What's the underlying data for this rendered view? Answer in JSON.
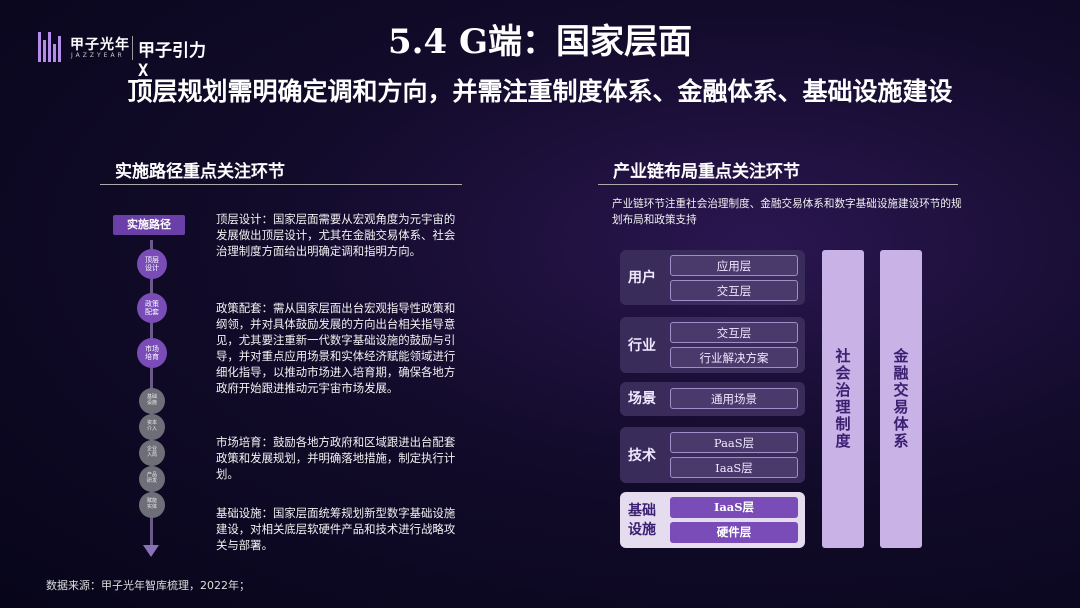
{
  "header": {
    "brand": "甲子光年",
    "brand_sub": "JAZZYEAR",
    "event": "甲子引力X",
    "title": "5.4 G端：国家层面",
    "subtitle": "顶层规划需明确定调和方向，并需注重制度体系、金融体系、基础设施建设"
  },
  "left": {
    "heading": "实施路径重点关注环节",
    "path_head": "实施路径",
    "nodes": [
      "顶层设计",
      "政策配套",
      "市场培育",
      "基础设施",
      "资本介入",
      "企业入局",
      "产品研发",
      "赋能实体"
    ],
    "descriptions": [
      "顶层设计：国家层面需要从宏观角度为元宇宙的发展做出顶层设计，尤其在金融交易体系、社会治理制度方面给出明确定调和指明方向。",
      "政策配套：需从国家层面出台宏观指导性政策和纲领，并对具体鼓励发展的方向出台相关指导意见，尤其要注重新一代数字基础设施的鼓励与引导，并对重点应用场景和实体经济赋能领域进行细化指导，以推动市场进入培育期，确保各地方政府开始跟进推动元宇宙市场发展。",
      "市场培育：鼓励各地方政府和区域跟进出台配套政策和发展规划，并明确落地措施，制定执行计划。",
      "基础设施：国家层面统筹规划新型数字基础设施建设，对相关底层软硬件产品和技术进行战略攻关与部署。"
    ]
  },
  "right": {
    "heading": "产业链布局重点关注环节",
    "text": "产业链环节注重社会治理制度、金融交易体系和数字基础设施建设环节的规划布局和政策支持",
    "groups": [
      {
        "label": "用户",
        "layers": [
          "应用层",
          "交互层"
        ]
      },
      {
        "label": "行业",
        "layers": [
          "交互层",
          "行业解决方案"
        ]
      },
      {
        "label": "场景",
        "layers": [
          "通用场景"
        ]
      },
      {
        "label": "技术",
        "layers": [
          "PaaS层",
          "IaaS层"
        ]
      },
      {
        "label": "基础设施",
        "label_l1": "基础",
        "label_l2": "设施",
        "layers": [
          "IaaS层",
          "硬件层"
        ]
      }
    ],
    "columns": [
      "社会治理制度",
      "金融交易体系"
    ]
  },
  "footer": {
    "source": "数据来源：甲子光年智库梳理，2022年；"
  }
}
